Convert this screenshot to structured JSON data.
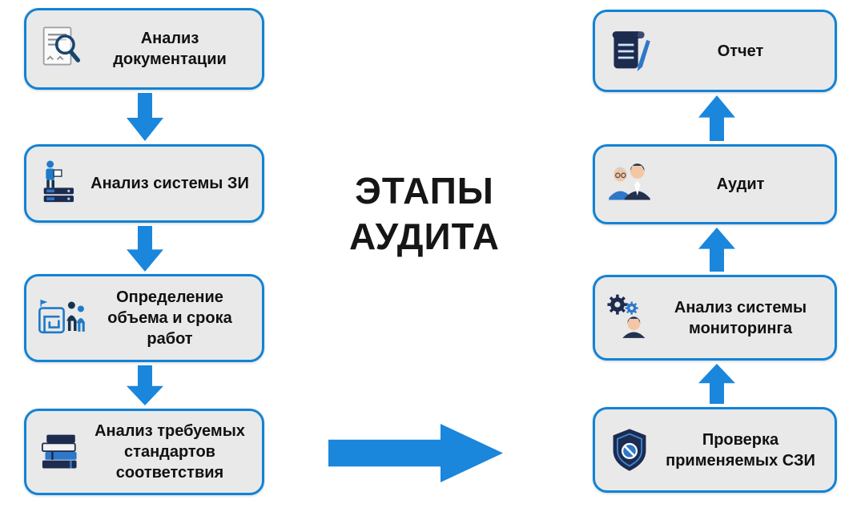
{
  "title_lines": [
    "ЭТАПЫ",
    "АУДИТА"
  ],
  "colors": {
    "box_border": "#1283d6",
    "box_fill": "#e9e9e9",
    "arrow": "#1a86dc",
    "title_text": "#161616",
    "icon_dark": "#1d2b4f",
    "icon_blue": "#2e77c9"
  },
  "left_column": {
    "items": [
      {
        "label": "Анализ документации",
        "icon": "document-search-icon"
      },
      {
        "label": "Анализ системы ЗИ",
        "icon": "server-person-icon"
      },
      {
        "label": "Определение объема и срока работ",
        "icon": "maze-planning-icon"
      },
      {
        "label": "Анализ требуемых стандартов соответствия",
        "icon": "books-stack-icon"
      }
    ]
  },
  "right_column": {
    "items": [
      {
        "label": "Отчет",
        "icon": "report-scroll-icon"
      },
      {
        "label": "Аудит",
        "icon": "auditors-people-icon"
      },
      {
        "label": "Анализ системы мониторинга",
        "icon": "monitoring-gears-icon"
      },
      {
        "label": "Проверка применяемых СЗИ",
        "icon": "shield-icon"
      }
    ]
  }
}
